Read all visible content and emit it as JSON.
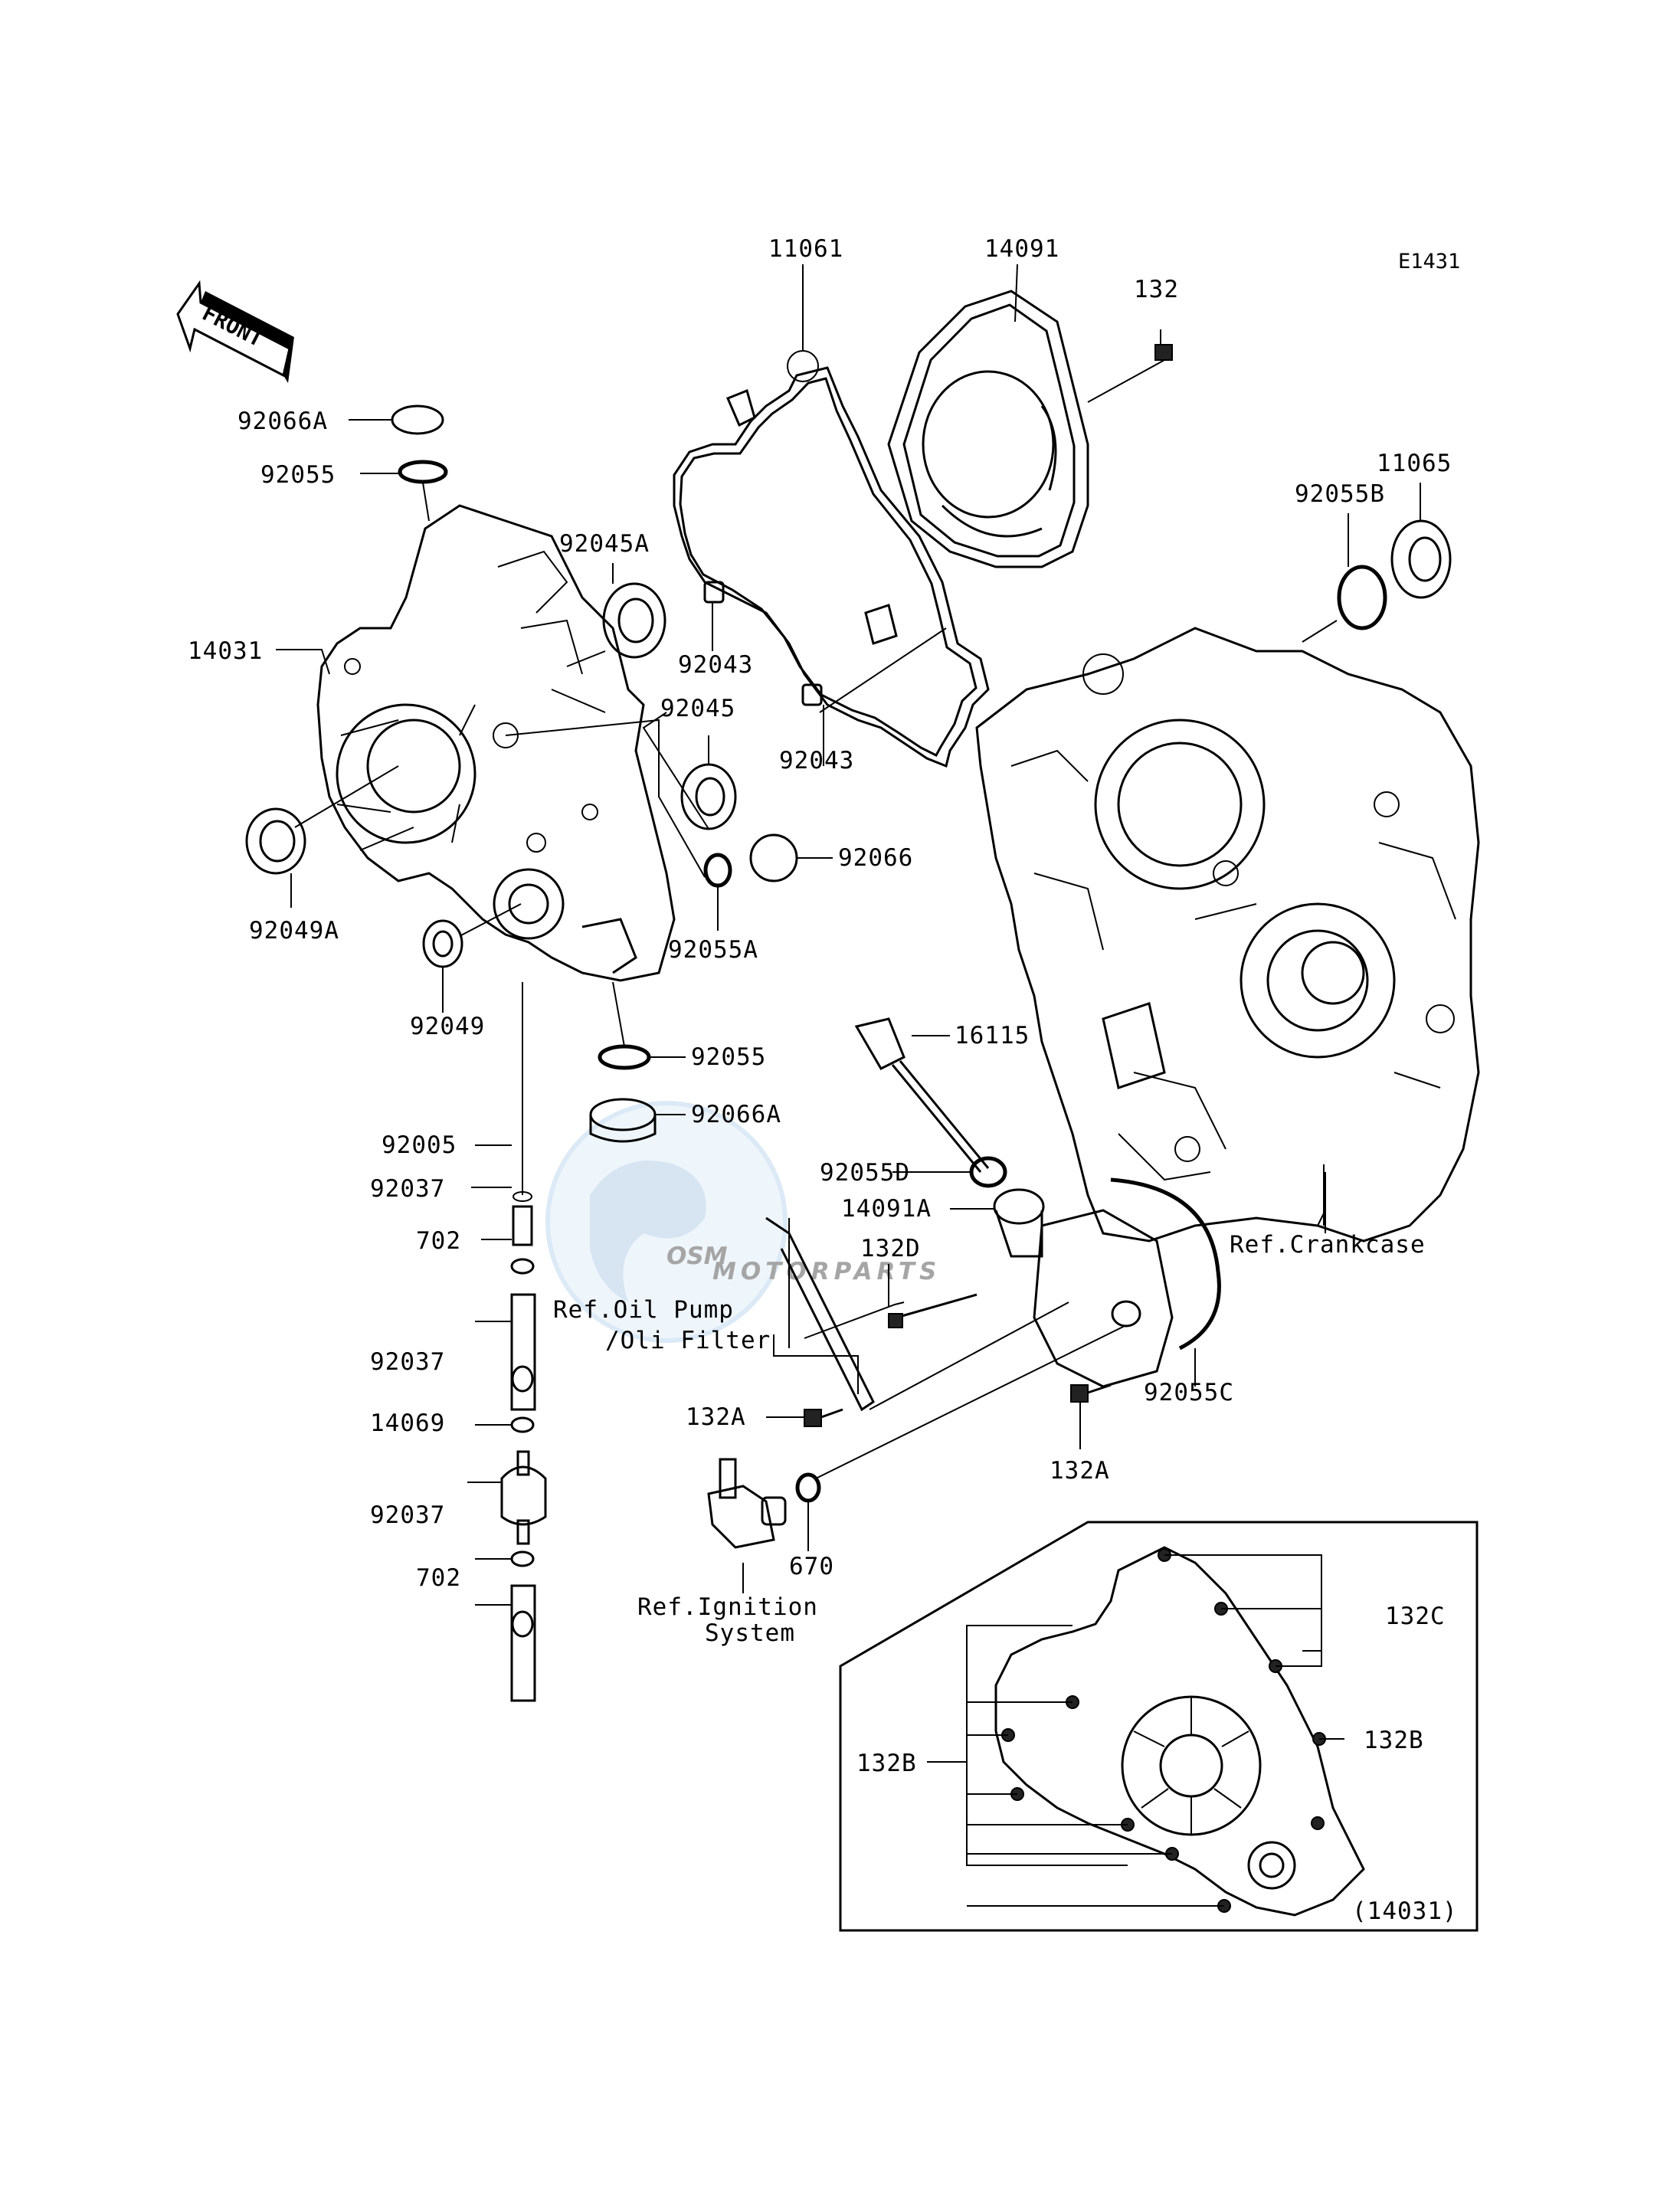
{
  "diagram_code": "E1431",
  "front_label": "FRONT",
  "watermark": {
    "logo": "OSM",
    "text": "MOTORPARTS"
  },
  "parts": {
    "p11061": "11061",
    "p14091": "14091",
    "p132": "132",
    "p11065": "11065",
    "p92055B": "92055B",
    "p92066A_top": "92066A",
    "p92055_top": "92055",
    "p92045A": "92045A",
    "p14031": "14031",
    "p92043_a": "92043",
    "p92045": "92045",
    "p92043_b": "92043",
    "p92066": "92066",
    "p92049A": "92049A",
    "p92055A": "92055A",
    "p92049": "92049",
    "p16115": "16115",
    "p92055_mid": "92055",
    "p92066A_mid": "92066A",
    "p92005": "92005",
    "p92055D": "92055D",
    "p92037_a": "92037",
    "p14091A": "14091A",
    "p702_a": "702",
    "p132D": "132D",
    "p92037_b": "92037",
    "p14069": "14069",
    "p132A_left": "132A",
    "p92055C": "92055C",
    "p132A_right": "132A",
    "p92037_c": "92037",
    "p670": "670",
    "p702_b": "702",
    "p132C": "132C",
    "p132B_right": "132B",
    "p132B_left": "132B",
    "p14031_ref": "(14031)"
  },
  "references": {
    "crankcase": "Ref.Crankcase",
    "oil_pump_line1": "Ref.Oil Pump",
    "oil_pump_line2": "/Oli Filter",
    "ignition_line1": "Ref.Ignition",
    "ignition_line2": "System"
  }
}
